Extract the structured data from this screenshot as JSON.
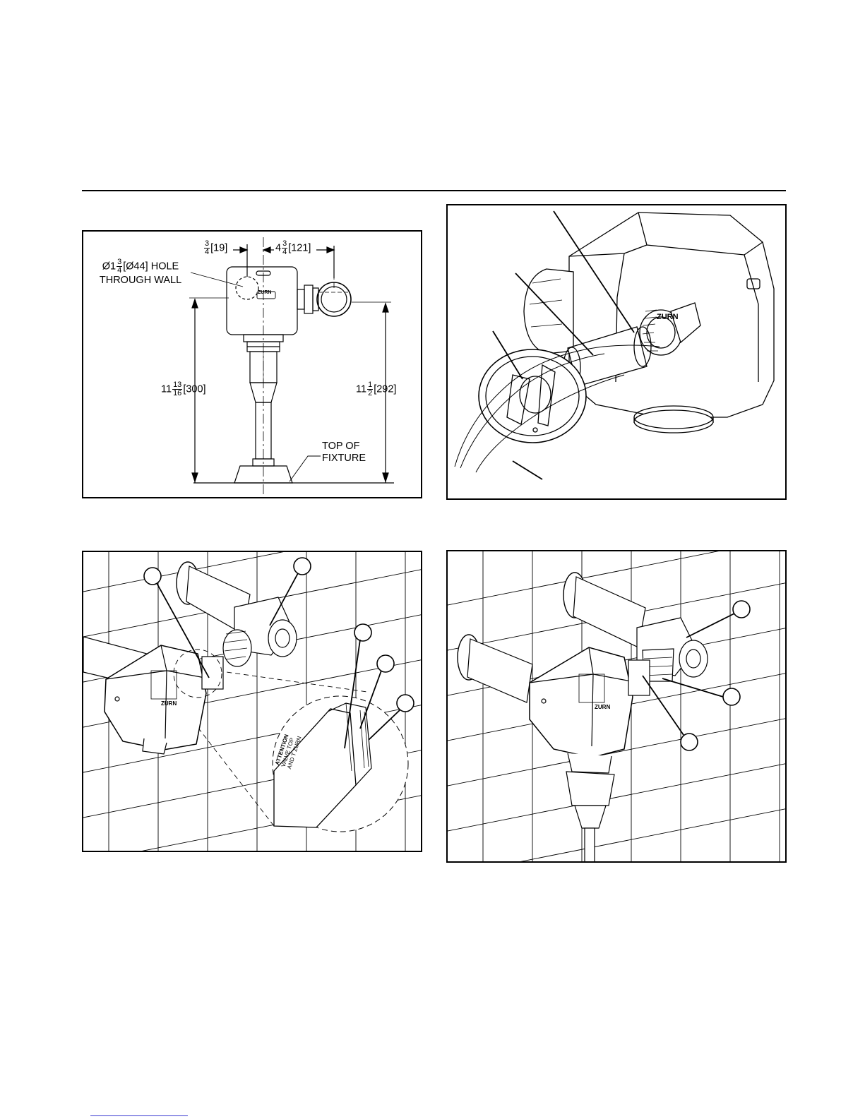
{
  "figure1": {
    "dim_top_left": {
      "whole": "",
      "num": "3",
      "den": "4",
      "metric": "[19]"
    },
    "dim_top_right": {
      "whole": "4",
      "num": "3",
      "den": "4",
      "metric": "[121]"
    },
    "hole_note": {
      "prefix": "Ø1",
      "num": "3",
      "den": "4",
      "suffix": "[Ø44] HOLE",
      "line2": "THROUGH WALL"
    },
    "dim_left_height": {
      "whole": "11",
      "num": "13",
      "den": "16",
      "metric": "[300]"
    },
    "dim_right_height": {
      "whole": "11",
      "num": "1",
      "den": "2",
      "metric": "[292]"
    },
    "fixture_note": {
      "line1": "TOP OF",
      "line2": "FIXTURE"
    },
    "brand_mark": "ZURN"
  },
  "figure2": {
    "brand_mark": "ZURN"
  },
  "figure3": {
    "label_text": [
      "ATTENTION",
      "VALVE",
      "TOP",
      "AND",
      "T",
      "ZURN"
    ],
    "brand_mark": "ZURN"
  },
  "figure4": {
    "brand_mark": "ZURN"
  }
}
